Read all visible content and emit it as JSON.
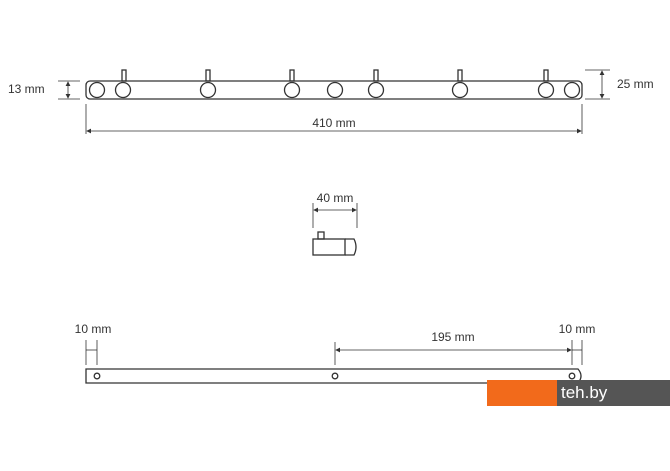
{
  "top_view": {
    "height_left": "13 mm",
    "height_right": "25 mm",
    "length": "410 mm"
  },
  "side_view": {
    "depth": "40 mm"
  },
  "back_view": {
    "left_offset": "10 mm",
    "spacing": "195 mm",
    "right_offset": "10 mm"
  },
  "watermark": {
    "text": "teh.by",
    "accent": "#f26a1b"
  }
}
